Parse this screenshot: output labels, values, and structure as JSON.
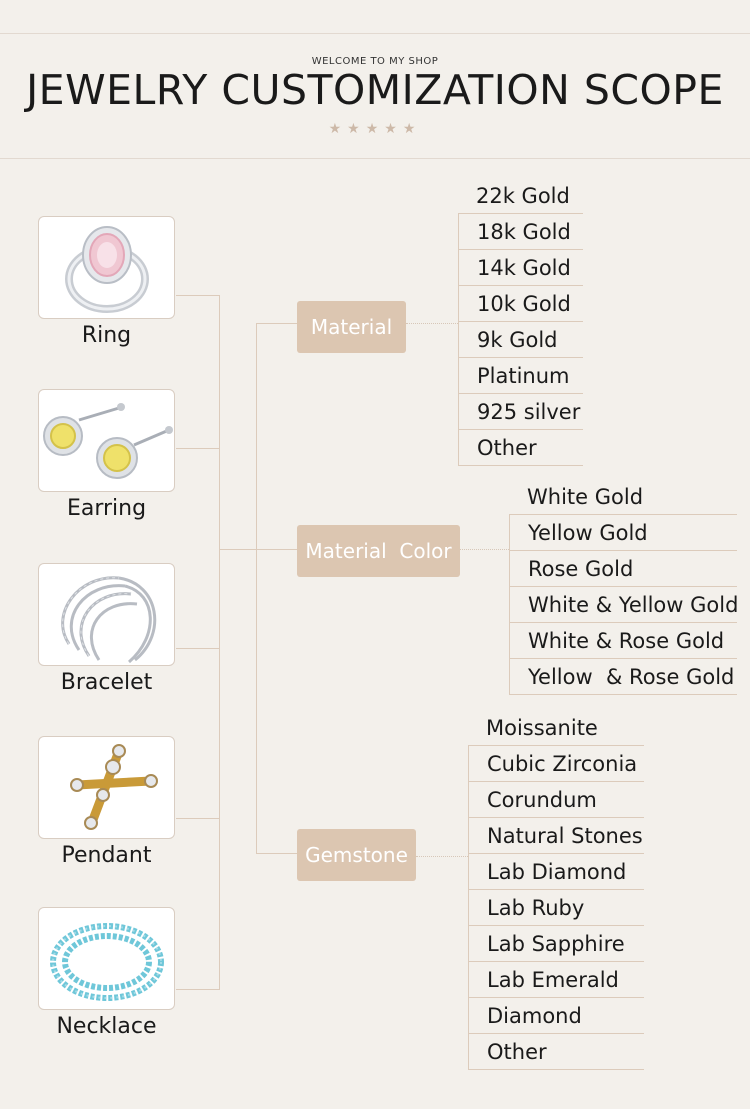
{
  "header": {
    "welcome": "WELCOME TO MY SHOP",
    "title": "JEWELRY CUSTOMIZATION SCOPE",
    "stars": "★★★★★"
  },
  "products": [
    {
      "label": "Ring",
      "icon": "ring-image"
    },
    {
      "label": "Earring",
      "icon": "earring-image"
    },
    {
      "label": "Bracelet",
      "icon": "bracelet-image"
    },
    {
      "label": "Pendant",
      "icon": "pendant-image"
    },
    {
      "label": "Necklace",
      "icon": "necklace-image"
    }
  ],
  "categories": [
    {
      "label": "Material",
      "options": [
        "22k Gold",
        "18k Gold",
        "14k Gold",
        "10k Gold",
        "9k Gold",
        "Platinum",
        "925 silver",
        "Other"
      ]
    },
    {
      "label": "Material  Color",
      "options": [
        "White Gold",
        "Yellow Gold",
        "Rose Gold",
        "White & Yellow Gold",
        "White & Rose Gold",
        "Yellow  & Rose Gold"
      ]
    },
    {
      "label": "Gemstone",
      "options": [
        "Moissanite",
        "Cubic Zirconia",
        "Corundum",
        "Natural Stones",
        "Lab Diamond",
        "Lab Ruby",
        "Lab Sapphire",
        "Lab Emerald",
        "Diamond",
        "Other"
      ]
    }
  ],
  "colors": {
    "background": "#f3f0eb",
    "accent": "#dcc6b1",
    "line": "#dccbbb"
  }
}
